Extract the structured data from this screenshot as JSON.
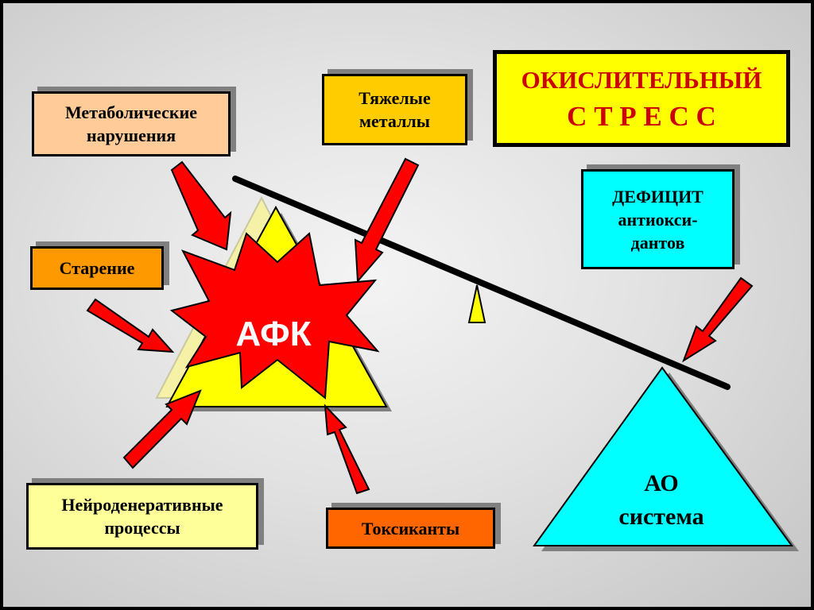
{
  "labels": {
    "metabolic": [
      "Метаболические",
      "нарушения"
    ],
    "heavy_metals": [
      "Тяжелые",
      "металлы"
    ],
    "oxidative_stress": [
      "ОКИСЛИТЕЛЬНЫЙ",
      "С Т Р Е С С"
    ],
    "aging": "Старение",
    "deficit": [
      "ДЕФИЦИТ",
      "антиокси-",
      "дантов"
    ],
    "neuro": [
      "Нейроденеративные",
      "процессы"
    ],
    "toxicants": "Токсиканты",
    "afk": "АФК",
    "ao_system": [
      "АО",
      "система"
    ]
  },
  "colors": {
    "metabolic_box": "#FFCC99",
    "heavy_metals_box": "#FFCC00",
    "stress_box": "#FFFF00",
    "stress_text": "#CC0000",
    "aging_box": "#FF9900",
    "deficit_box": "#00FFFF",
    "neuro_box": "#FFFF99",
    "toxicants_box": "#FF6600",
    "triangle_yellow": "#FFFF00",
    "star_red": "#FF0000",
    "arrow_red": "#FF0000",
    "ao_triangle": "#00FFFF"
  }
}
